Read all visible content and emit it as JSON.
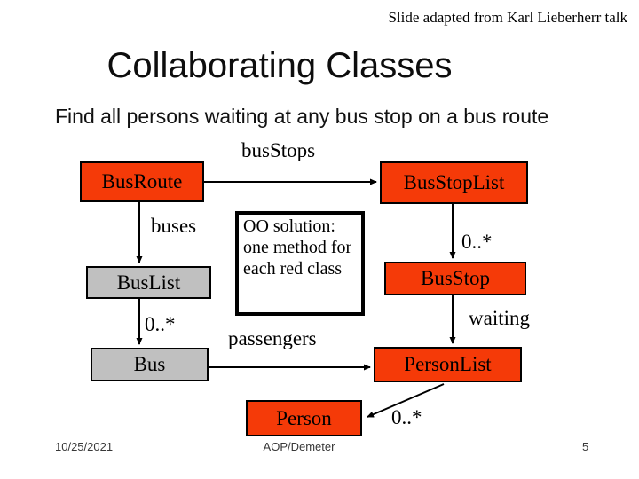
{
  "slide": {
    "credit": "Slide adapted from Karl Lieberherr talk",
    "title": "Collaborating Classes",
    "subtitle": "Find all persons waiting at any bus stop on a bus route",
    "footer": {
      "date": "10/25/2021",
      "center": "AOP/Demeter",
      "page_number": "5"
    }
  },
  "colors": {
    "accent_red": "#F53A08",
    "box_gray": "#C0C0C0",
    "line_black": "#000000"
  },
  "diagram": {
    "nodes": {
      "bus_route": {
        "label": "BusRoute",
        "fill": "red"
      },
      "bus_list": {
        "label": "BusList",
        "fill": "gray"
      },
      "bus": {
        "label": "Bus",
        "fill": "gray"
      },
      "bus_stop_list": {
        "label": "BusStopList",
        "fill": "red"
      },
      "bus_stop": {
        "label": "BusStop",
        "fill": "red"
      },
      "person_list": {
        "label": "PersonList",
        "fill": "red"
      },
      "person": {
        "label": "Person",
        "fill": "red"
      }
    },
    "edge_labels": {
      "bus_stops": "busStops",
      "buses": "buses",
      "mult_buses": "0..*",
      "passengers": "passengers",
      "mult_stops": "0..*",
      "waiting": "waiting",
      "mult_persons": "0..*"
    },
    "note": "OO solution: one method for each red class"
  }
}
